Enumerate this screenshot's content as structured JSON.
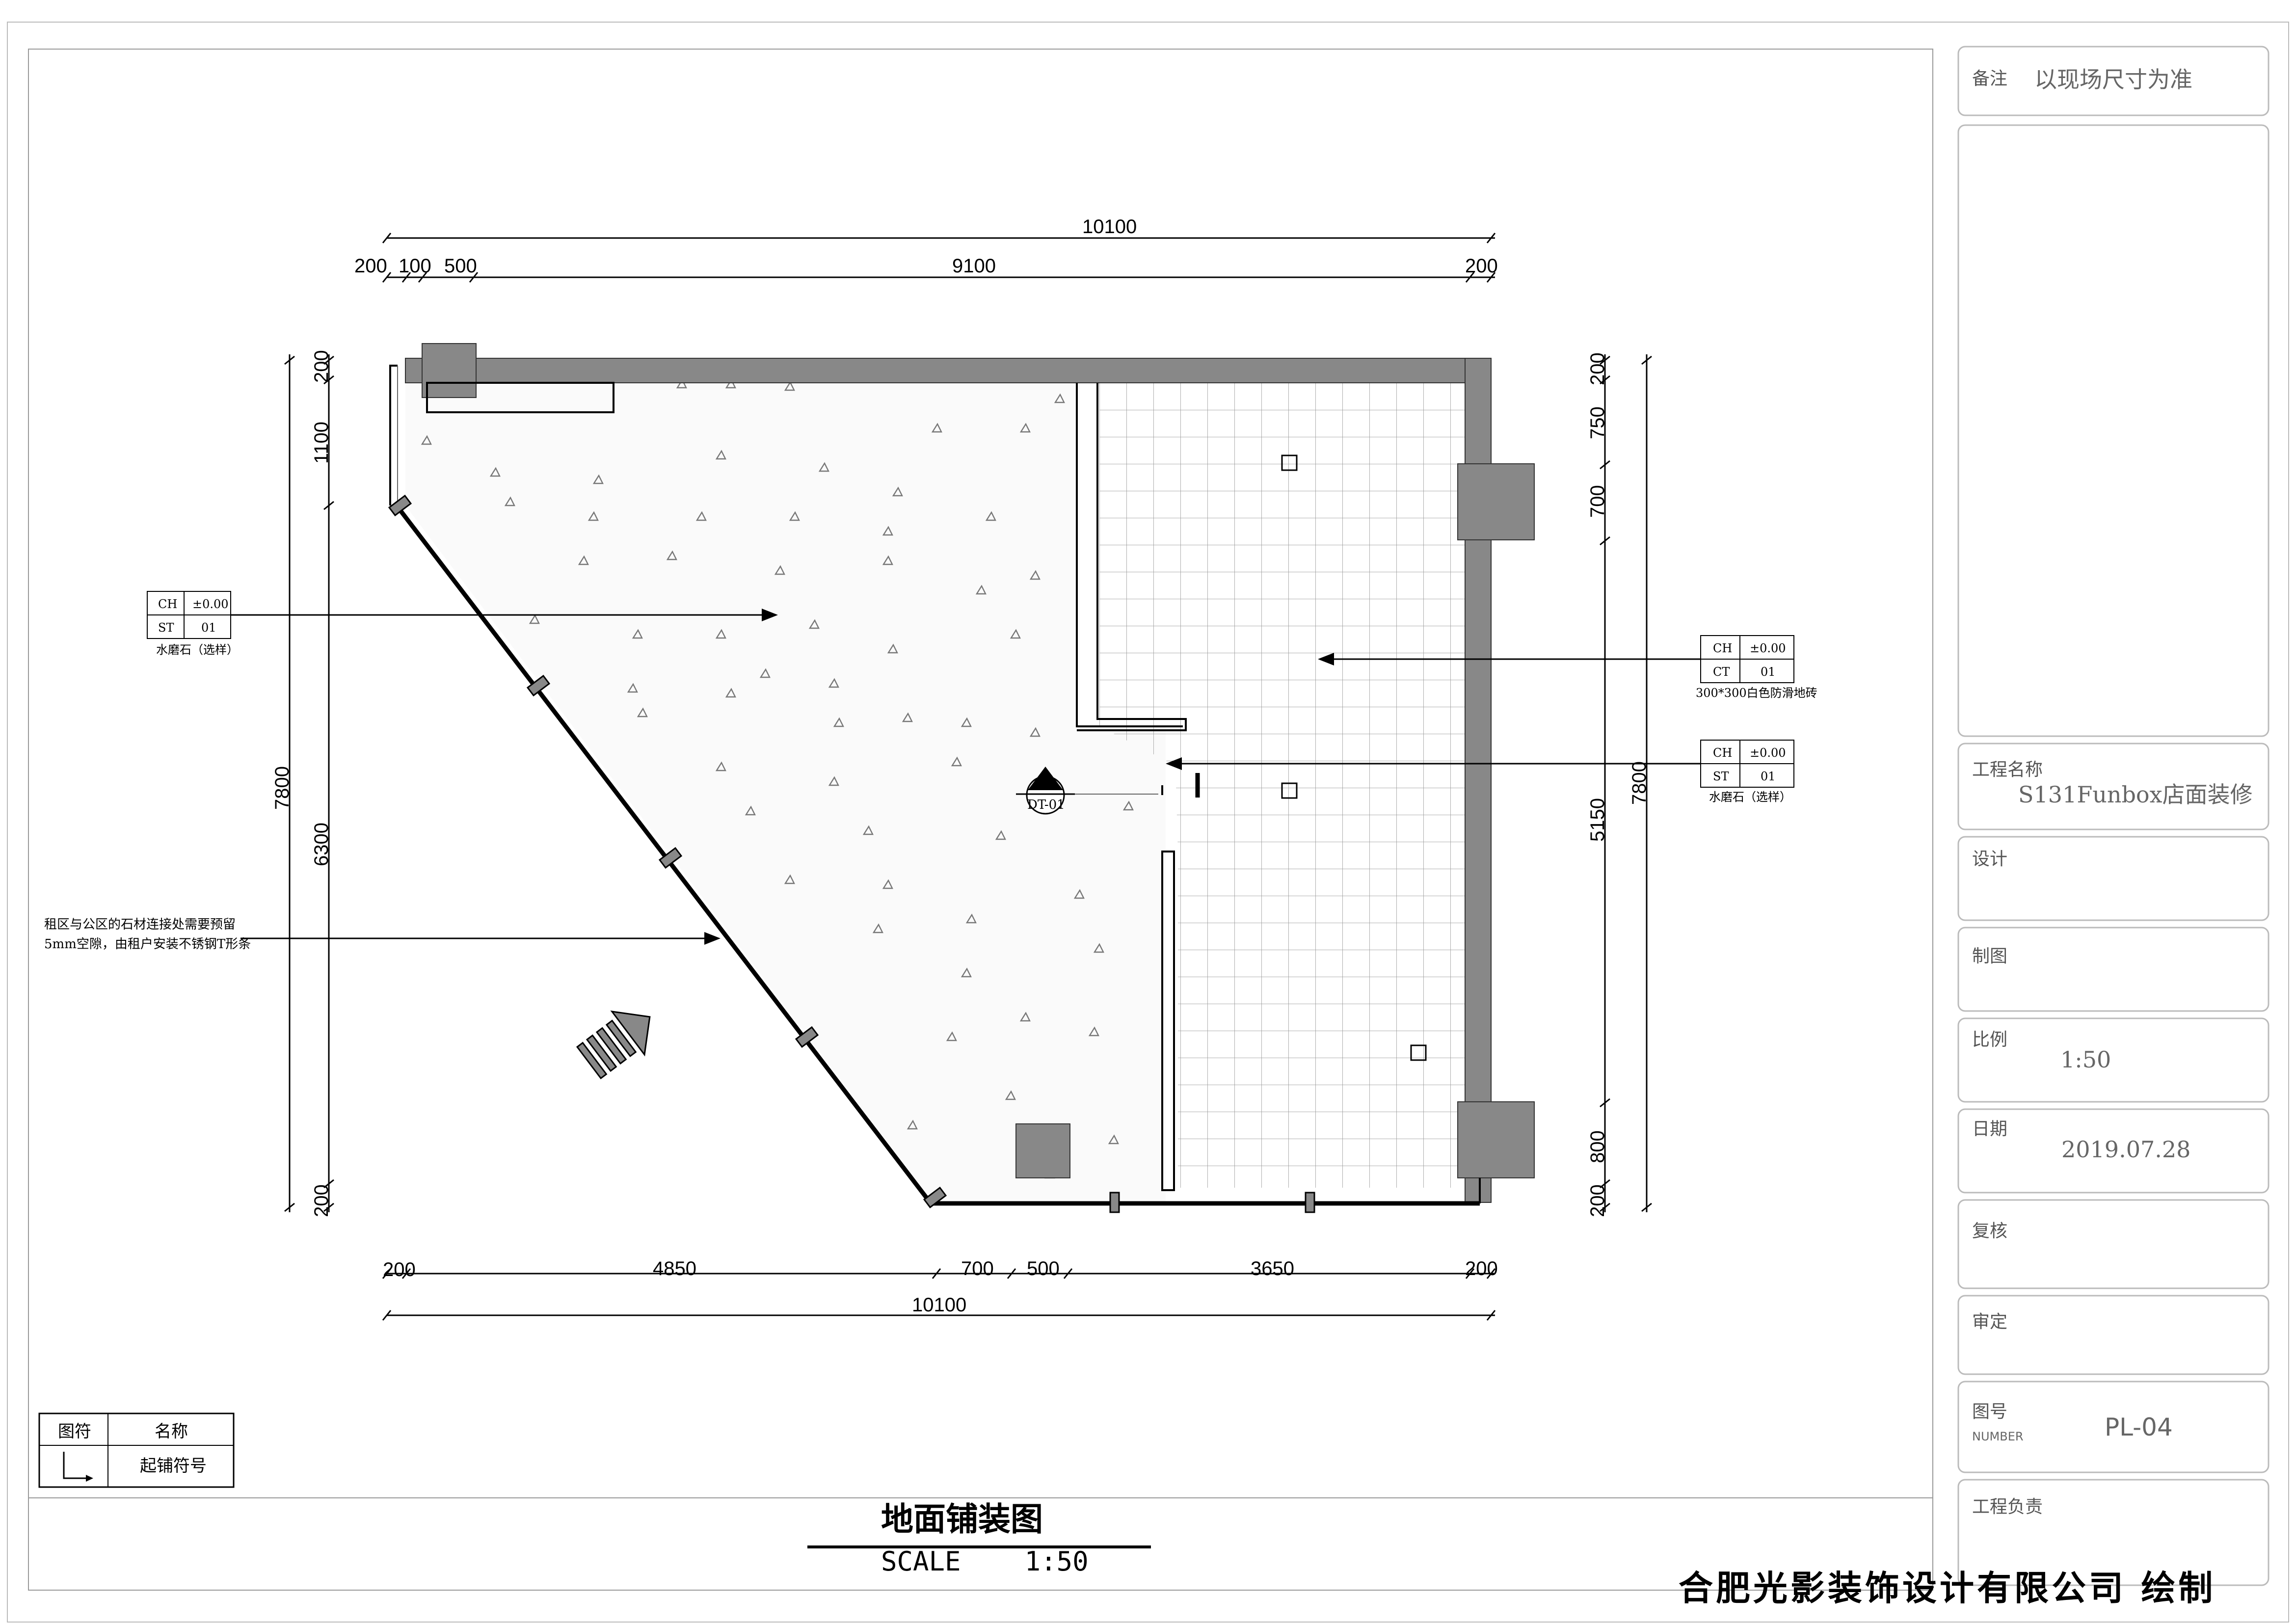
{
  "title_block": {
    "remark_label": "备注",
    "remark_value": "以现场尺寸为准",
    "project_label": "工程名称",
    "project_value": "S131Funbox店面装修",
    "design_label": "设计",
    "draw_label": "制图",
    "scale_label": "比例",
    "scale_value": "1:50",
    "date_label": "日期",
    "date_value": "2019.07.28",
    "review_label": "复核",
    "approve_label": "审定",
    "number_label": "图号",
    "number_label_en": "NUMBER",
    "number_value": "PL-04",
    "manager_label": "工程负责"
  },
  "drawing": {
    "title": "地面铺装图",
    "scale": "SCALE    1:50",
    "company": "合肥光影装饰设计有限公司 绘制"
  },
  "legend": {
    "col1": "图符",
    "col2": "名称",
    "item": "起铺符号"
  },
  "dims": {
    "top_total": "10100",
    "top_a": "200",
    "top_b": "100",
    "top_c": "500",
    "top_d": "9100",
    "top_e": "200",
    "bot_a": "200",
    "bot_b": "4850",
    "bot_c": "700",
    "bot_d": "500",
    "bot_e": "3650",
    "bot_f": "200",
    "bot_total": "10100",
    "left_total": "7800",
    "left_a": "200",
    "left_b": "1100",
    "left_c": "6300",
    "left_d": "200",
    "right_total": "7800",
    "right_a": "200",
    "right_b": "750",
    "right_c": "700",
    "right_d": "5150",
    "right_e": "800",
    "right_f": "200"
  },
  "tags": {
    "t1_r1a": "CH",
    "t1_r1b": "±0.00",
    "t1_r2a": "ST",
    "t1_r2b": "01",
    "t1_caption": "水磨石（选样）",
    "t2_r1a": "CH",
    "t2_r1b": "±0.00",
    "t2_r2a": "CT",
    "t2_r2b": "01",
    "t2_caption": "300*300白色防滑地砖",
    "t3_r1a": "CH",
    "t3_r1b": "±0.00",
    "t3_r2a": "ST",
    "t3_r2b": "01",
    "t3_caption": "水磨石（选样）",
    "note_line1": "租区与公区的石材连接处需要预留",
    "note_line2": "5mm空隙，由租户安装不锈钢T形条",
    "detail_num": "01",
    "detail_ref": "DT-01"
  }
}
